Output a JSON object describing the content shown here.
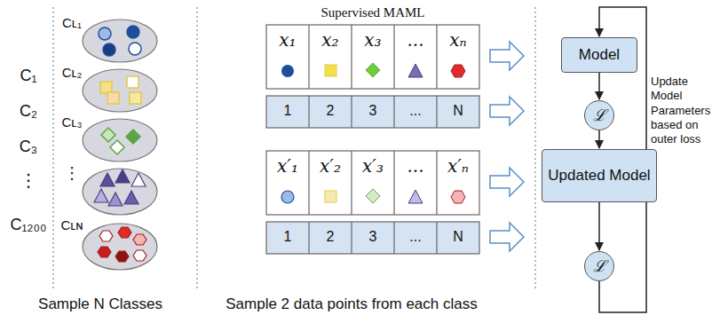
{
  "diagram": {
    "title": "Supervised MAML",
    "nodes": [
      {
        "text": [
          "Model"
        ]
      },
      {
        "text": [
          "ℒ"
        ]
      },
      {
        "text": [
          "Updated Model"
        ]
      },
      {
        "text": [
          "ℒ"
        ]
      }
    ],
    "edges": [
      {
        "from": 0,
        "to": 1,
        "arrow": "to"
      },
      {
        "from": 1,
        "to": 2,
        "arrow": "to"
      },
      {
        "from": 2,
        "to": 3,
        "arrow": "to"
      },
      {
        "from": 3,
        "to": 0,
        "arrow": "to"
      }
    ],
    "labels": [
      "C₁",
      "C₂",
      "C₃",
      "⋮",
      "C₁₂₀₀",
      "Cʟ₁",
      "Cʟ₂",
      "Cʟ₃",
      "⋮",
      "Cʟɴ",
      "x₁",
      "x₂",
      "x₃",
      "...",
      "xₙ",
      "1",
      "2",
      "3",
      "...",
      "N",
      "x′₁",
      "x′₂",
      "x′₃",
      "...",
      "x′ₙ",
      "1",
      "2",
      "3",
      "...",
      "N",
      "Update Model Parameters based on outer loss",
      "Sample N Classes",
      "Sample 2 data points from each class"
    ]
  }
}
